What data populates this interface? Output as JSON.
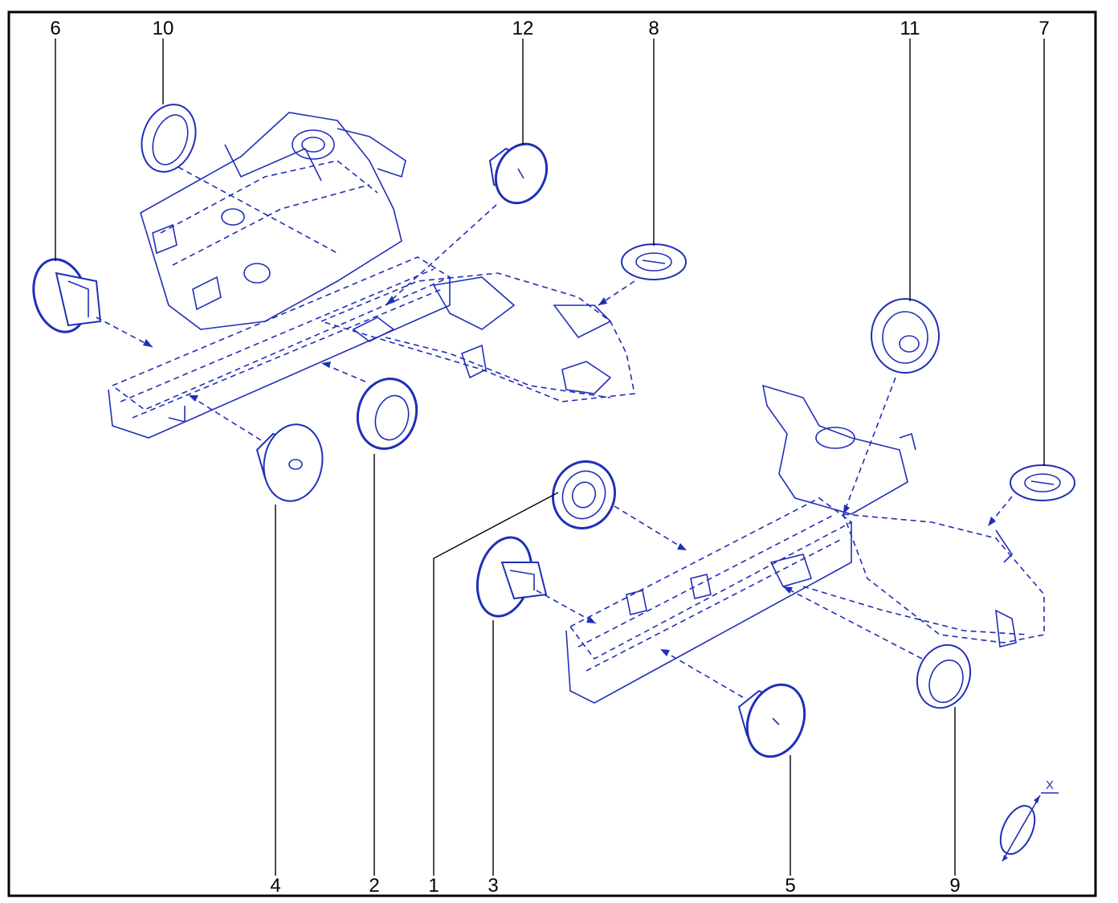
{
  "diagram": {
    "callouts": [
      {
        "id": "6",
        "label": "6"
      },
      {
        "id": "10",
        "label": "10"
      },
      {
        "id": "12",
        "label": "12"
      },
      {
        "id": "8",
        "label": "8"
      },
      {
        "id": "11",
        "label": "11"
      },
      {
        "id": "7",
        "label": "7"
      },
      {
        "id": "4",
        "label": "4"
      },
      {
        "id": "2",
        "label": "2"
      },
      {
        "id": "1",
        "label": "1"
      },
      {
        "id": "3",
        "label": "3"
      },
      {
        "id": "5",
        "label": "5"
      },
      {
        "id": "9",
        "label": "9"
      }
    ],
    "axis_label": "X",
    "colors": {
      "line": "#1f2fb8",
      "frame": "#000000",
      "background": "#ffffff"
    }
  }
}
